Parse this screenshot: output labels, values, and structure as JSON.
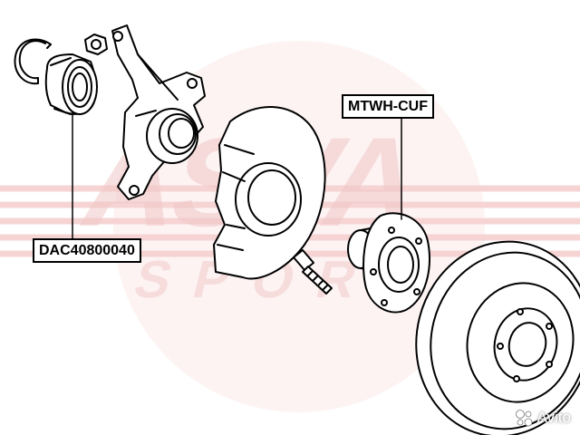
{
  "watermark": {
    "brand_main": "ASVA",
    "brand_sub": "SPORT",
    "color": "#e8a0a0"
  },
  "callouts": {
    "bearing_part_number": "DAC40800040",
    "hub_part_number": "MTWH-CUF"
  },
  "marketplace": {
    "name": "Avito",
    "logo_icon": "avito-dots-icon"
  },
  "parts": [
    {
      "id": "snap-ring",
      "icon": "snap-ring-icon"
    },
    {
      "id": "wheel-bearing",
      "icon": "bearing-icon"
    },
    {
      "id": "hub-nut",
      "icon": "nut-icon"
    },
    {
      "id": "steering-knuckle",
      "icon": "knuckle-icon"
    },
    {
      "id": "dust-shield",
      "icon": "shield-icon"
    },
    {
      "id": "wheel-stud",
      "icon": "bolt-icon"
    },
    {
      "id": "wheel-hub",
      "icon": "hub-icon"
    },
    {
      "id": "brake-disc",
      "icon": "disc-icon"
    }
  ]
}
